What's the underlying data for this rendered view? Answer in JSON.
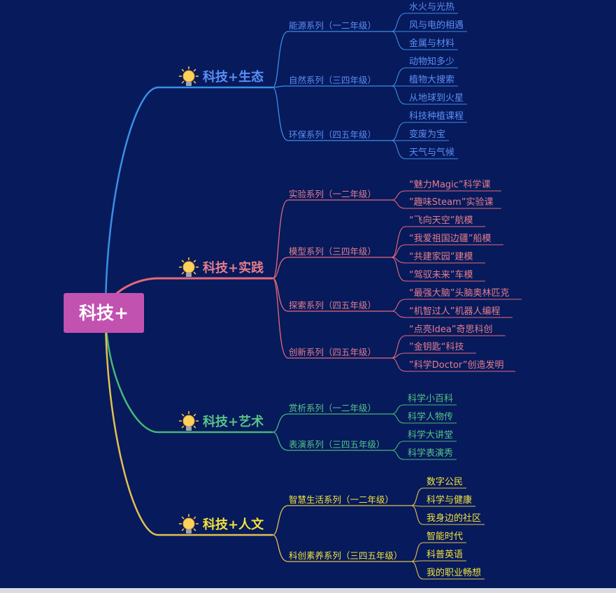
{
  "root": {
    "label": "科技+",
    "color": "#c252b0"
  },
  "branches": [
    {
      "label": "科技+生态",
      "color": "#3b8fe6",
      "text_color": "#5b8ef5",
      "icon": "lightbulb-icon",
      "series": [
        {
          "label": "能源系列（一二年级）",
          "topics": [
            "水火与光热",
            "风与电的相遇",
            "金属与材料"
          ]
        },
        {
          "label": "自然系列（三四年级）",
          "topics": [
            "动物知多少",
            "植物大搜索",
            "从地球到火星"
          ]
        },
        {
          "label": "环保系列（四五年级）",
          "topics": [
            "科技种植课程",
            "变废为宝",
            "天气与气候"
          ]
        }
      ]
    },
    {
      "label": "科技+实践",
      "color": "#e46a77",
      "text_color": "#e57d8c",
      "icon": "lightbulb-icon",
      "series": [
        {
          "label": "实验系列（一二年级）",
          "topics": [
            "“魅力Magic”科学课",
            "”趣味Steam”实验课"
          ]
        },
        {
          "label": "模型系列（三四年级）",
          "topics": [
            "“飞向天空”航模",
            "“我爱祖国边疆”船模",
            "“共建家园”建模",
            "“驾驭未来”车模"
          ]
        },
        {
          "label": "探索系列（四五年级）",
          "topics": [
            "“最强大脑”头脑奥林匹克",
            "“机智过人”机器人编程"
          ]
        },
        {
          "label": "创新系列（四五年级）",
          "topics": [
            "“点亮Idea”奇思科创",
            "”金钥匙“科技",
            "”科学Doctor”创造发明"
          ]
        }
      ]
    },
    {
      "label": "科技+艺术",
      "color": "#46b877",
      "text_color": "#56c487",
      "icon": "lightbulb-icon",
      "series": [
        {
          "label": "赏析系列（一二年级）",
          "topics": [
            "科学小百科",
            "科学人物传"
          ]
        },
        {
          "label": "表演系列（三四五年级）",
          "topics": [
            "科学大讲堂",
            "科学表演秀"
          ]
        }
      ]
    },
    {
      "label": "科技+人文",
      "color": "#e2c24f",
      "text_color": "#f2e23a",
      "icon": "lightbulb-icon",
      "series": [
        {
          "label": "智慧生活系列（一二年级）",
          "topics": [
            "数字公民",
            "科学与健康",
            "我身边的社区"
          ]
        },
        {
          "label": "科创素养系列（三四五年级）",
          "topics": [
            "智能时代",
            "科普英语",
            "我的职业畅想"
          ]
        }
      ]
    }
  ]
}
